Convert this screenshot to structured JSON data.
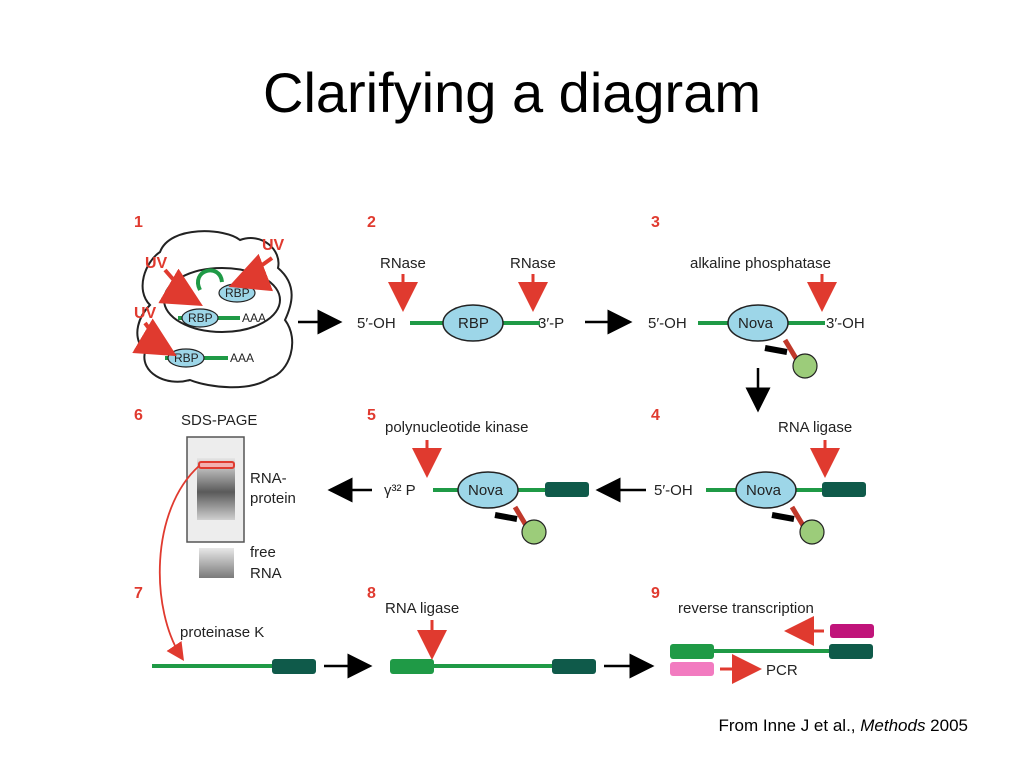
{
  "slide": {
    "title": "Clarifying a diagram"
  },
  "steps": {
    "s1": "1",
    "s2": "2",
    "s3": "3",
    "s4": "4",
    "s5": "5",
    "s6": "6",
    "s7": "7",
    "s8": "8",
    "s9": "9"
  },
  "labels": {
    "uv": "UV",
    "rbp": "RBP",
    "aaa": "AAA",
    "rnase": "RNase",
    "five_oh": "5′-OH",
    "three_p": "3′-P",
    "three_oh": "3′-OH",
    "alkaline_phosphatase": "alkaline phosphatase",
    "nova": "Nova",
    "rna_ligase": "RNA ligase",
    "polynucleotide_kinase": "polynucleotide kinase",
    "gamma32p": "γ³² P",
    "sds_page": "SDS-PAGE",
    "rna_protein_1": "RNA-",
    "rna_protein_2": "protein",
    "free_rna_1": "free",
    "free_rna_2": "RNA",
    "proteinase_k": "proteinase K",
    "reverse_transcription": "reverse transcription",
    "pcr": "PCR"
  },
  "citation": {
    "prefix": "From Inne J et al., ",
    "journal": "Methods",
    "year": " 2005"
  },
  "colors": {
    "rna_green": "#1f9a46",
    "linker_dark": "#0f5a4a",
    "arrow_red": "#e03a2f",
    "rbp_blue": "#9dd6e8",
    "label_green_dot": "#9ccc7a",
    "magenta": "#c0147a",
    "pink": "#f27bc0"
  }
}
